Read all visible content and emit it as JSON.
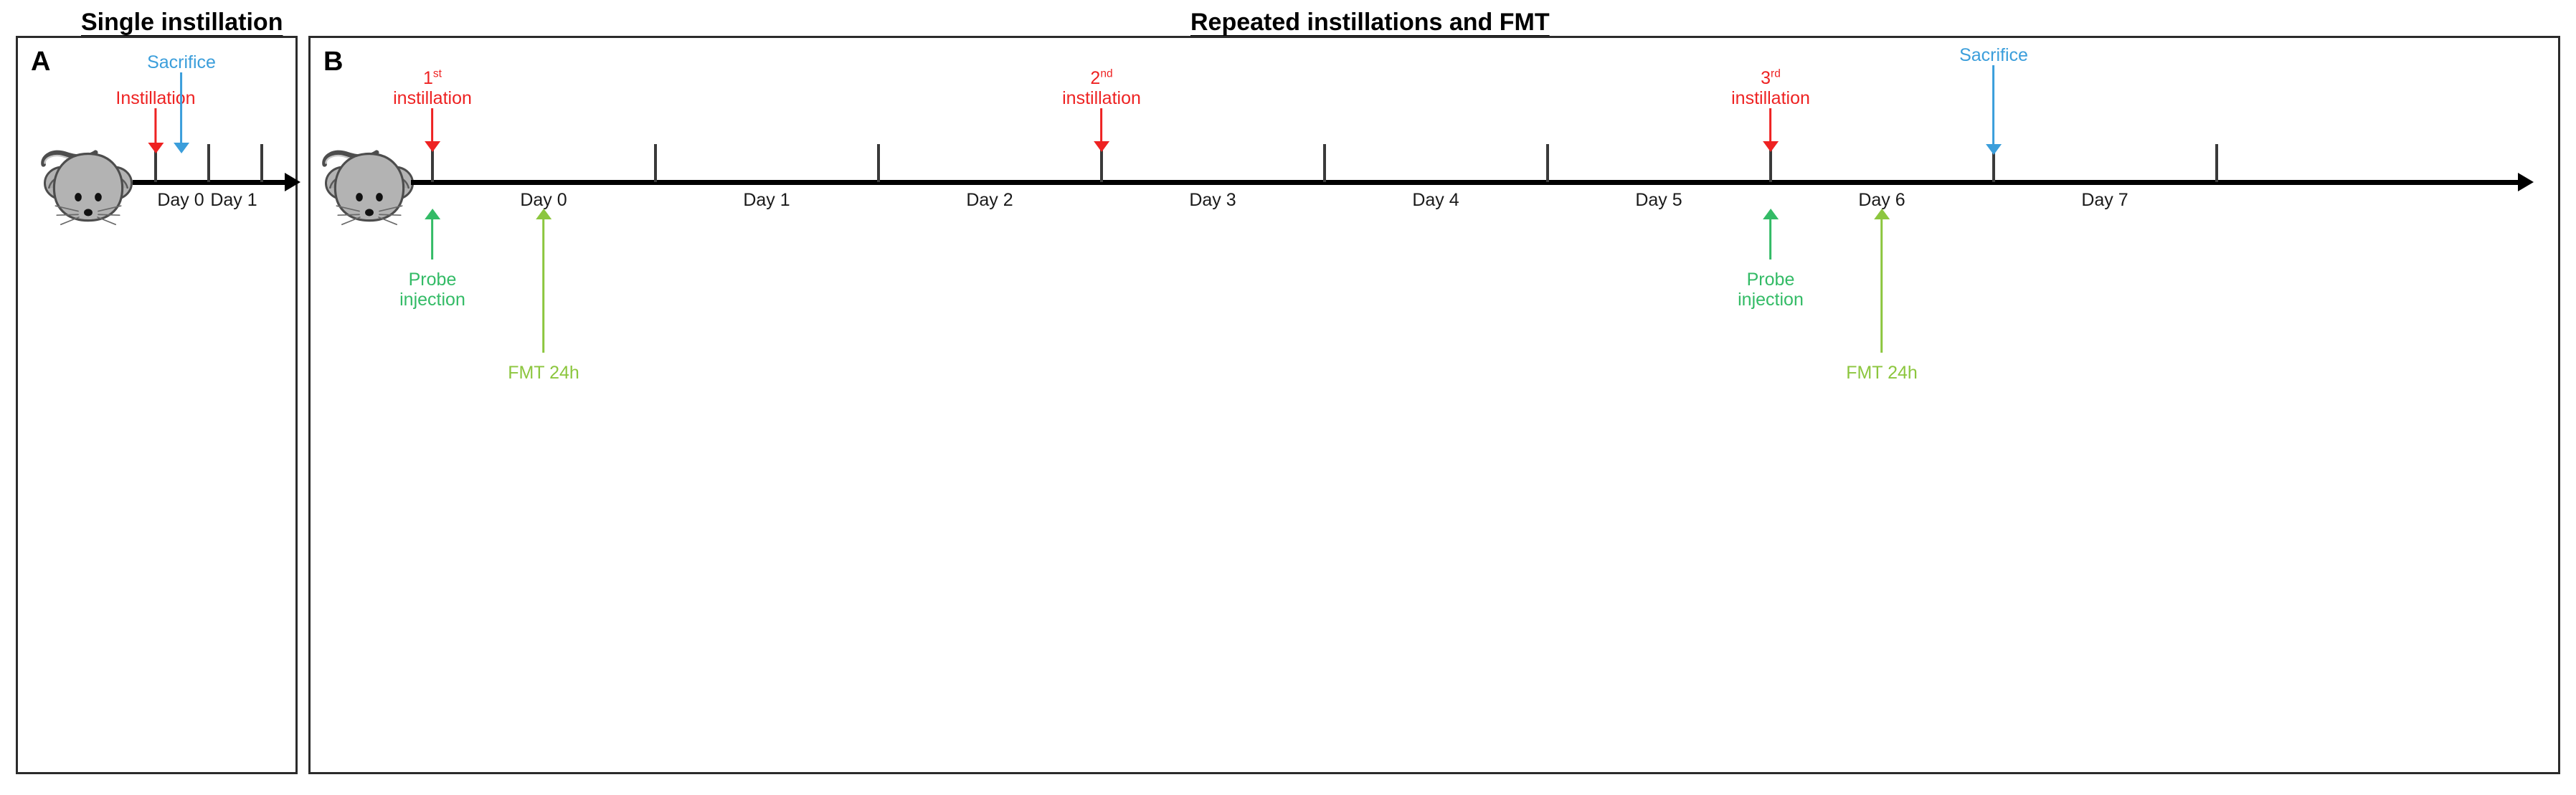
{
  "figure": {
    "panels": [
      {
        "id": "A",
        "letter": "A",
        "title": "Single instillation",
        "icon": "mouse-icon",
        "axis": {
          "tick_count": 3,
          "day_labels": [
            "Day 0",
            "Day 1"
          ]
        },
        "events": [
          {
            "name": "instillation",
            "label": "Instillation",
            "color": "#ee2222",
            "direction": "down",
            "at": "tick-1"
          },
          {
            "name": "sacrifice",
            "label": "Sacrifice",
            "color": "#3b9edb",
            "direction": "down",
            "at": "mid-1-2"
          }
        ]
      },
      {
        "id": "B",
        "letter": "B",
        "title": "Repeated instillations  and FMT",
        "icon": "mouse-icon",
        "axis": {
          "tick_count": 9,
          "day_labels": [
            "Day 0",
            "Day 1",
            "Day 2",
            "Day 3",
            "Day 4",
            "Day 5",
            "Day 6",
            "Day 7"
          ]
        },
        "events": [
          {
            "name": "first-instillation",
            "label_ordinal": "1",
            "label_suffix": "st",
            "label_line2": "instillation",
            "color": "#ee2222",
            "direction": "down",
            "at": "tick-1"
          },
          {
            "name": "second-instillation",
            "label_ordinal": "2",
            "label_suffix": "nd",
            "label_line2": "instillation",
            "color": "#ee2222",
            "direction": "down",
            "at": "tick-4"
          },
          {
            "name": "third-instillation",
            "label_ordinal": "3",
            "label_suffix": "rd",
            "label_line2": "instillation",
            "color": "#ee2222",
            "direction": "down",
            "at": "tick-7"
          },
          {
            "name": "sacrifice",
            "label": "Sacrifice",
            "color": "#3b9edb",
            "direction": "down",
            "at": "tick-8"
          },
          {
            "name": "probe-injection-1",
            "label_line1": "Probe",
            "label_line2": "injection",
            "color": "#33bb66",
            "direction": "up",
            "at": "tick-1"
          },
          {
            "name": "probe-injection-2",
            "label_line1": "Probe",
            "label_line2": "injection",
            "color": "#33bb66",
            "direction": "up",
            "at": "tick-7"
          },
          {
            "name": "fmt-24h-1",
            "label": "FMT 24h",
            "color": "#8cc63e",
            "direction": "up",
            "at": "mid-1-2"
          },
          {
            "name": "fmt-24h-2",
            "label": "FMT 24h",
            "color": "#8cc63e",
            "direction": "up",
            "at": "mid-7-8"
          }
        ]
      }
    ],
    "colors": {
      "instillation_red": "#ee2222",
      "sacrifice_blue": "#3b9edb",
      "probe_green": "#33bb66",
      "fmt_green": "#8cc63e",
      "axis_black": "#000000",
      "mouse_body": "#b3b3b3",
      "mouse_outline": "#4d4d4d"
    }
  }
}
